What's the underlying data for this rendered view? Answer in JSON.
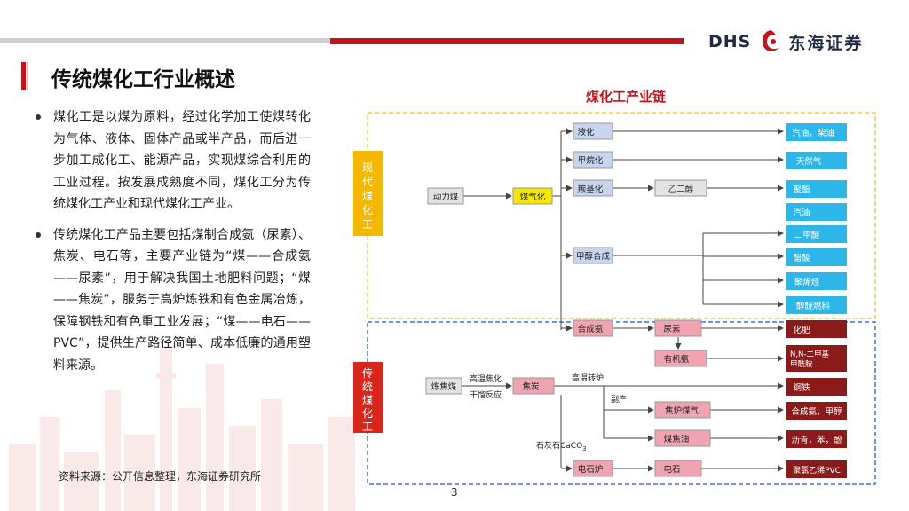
{
  "brand": {
    "logo_latin": "DHS",
    "logo_cn": "东海证券"
  },
  "page_title": "传统煤化工行业概述",
  "bullets": [
    "煤化工是以煤为原料，经过化学加工使煤转化为气体、液体、固体产品或半产品，而后进一步加工成化工、能源产品，实现煤综合利用的工业过程。按发展成熟度不同，煤化工分为传统煤化工产业和现代煤化工产业。",
    "传统煤化工产品主要包括煤制合成氨（尿素）、焦炭、电石等，主要产业链为“煤——合成氨——尿素”，用于解决我国土地肥料问题；“煤——焦炭”，服务于高炉炼铁和有色金属冶炼，保障钢铁和有色重工业发展；“煤——电石——PVC”，提供生产路径简单、成本低廉的通用塑料来源。"
  ],
  "source": "资料来源：公开信息整理，东海证券研究所",
  "page_number": "3",
  "diagram": {
    "title": "煤化工产业链",
    "section_modern": [
      "现",
      "代",
      "煤",
      "化",
      "工"
    ],
    "section_traditional": [
      "传",
      "统",
      "煤",
      "化",
      "工"
    ],
    "colors": {
      "accent": "#c0151b",
      "modern": "#f5b800",
      "modern_frame": "#f2c94c",
      "blue_box": "#2eb6e8",
      "dark_red": "#8b1a1a",
      "pink": "#f0a3b0",
      "traditional_frame": "#4472c4"
    },
    "nodes": {
      "dongliMei": "动力煤",
      "meiQiHua": "煤气化",
      "yeHua": "液化",
      "jiaWanHua": "甲烷化",
      "tangJiHua": "羰基化",
      "yiErChun": "乙二醇",
      "jiaChunHeCheng": "甲醇合成",
      "qiYouChaiYou": "汽油，柴油",
      "tianRanQi": "天然气",
      "juZhi": "聚酯",
      "qiYou": "汽油",
      "erJiaMi": "二甲醚",
      "cuSuan": "醋酸",
      "juXiTing": "聚烯烃",
      "chunMiRanLiao": "醇醚燃料",
      "heChengAn": "合成氨",
      "niaoSu": "尿素",
      "huaFei": "化肥",
      "youJiAn": "有机氨",
      "nnErJia": "N,N-二甲基甲酰胺",
      "lianJiaoMei": "炼焦煤",
      "gaoWenJiaoHua": "高温焦化",
      "ganLiuFanYing": "干馏反应",
      "jiaoTan": "焦炭",
      "gaoWenZhuanLu": "高温转炉",
      "gangTie": "钢铁",
      "fuChan": "副产",
      "jiaoLuMeiQi": "焦炉煤气",
      "heChengAnJiaChun": "合成氨，甲醇",
      "meiJiaoYou": "煤焦油",
      "liQingBenFen": "沥青，苯，酚",
      "shiHuiShi": "石灰石CaCO",
      "shiHuiShiSub": "3",
      "dianShiLu": "电石炉",
      "dianShi": "电石",
      "juLvYiXi": "聚氯乙烯PVC"
    }
  }
}
